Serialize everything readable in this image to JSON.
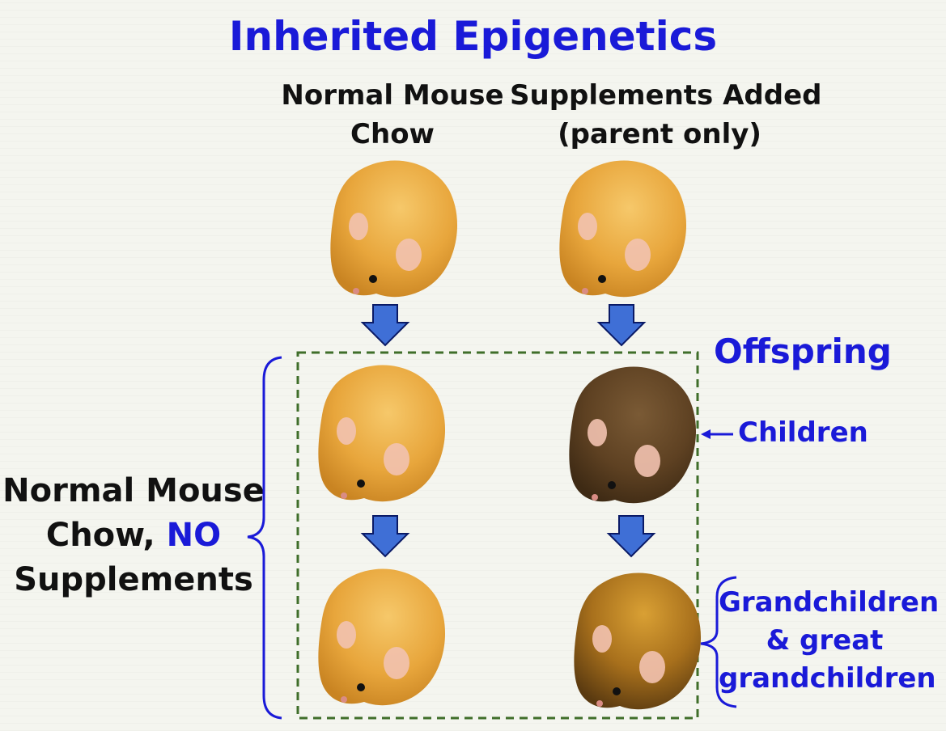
{
  "title": "Inherited Epigenetics",
  "columns": {
    "left": {
      "line1": "Normal Mouse",
      "line2": "Chow"
    },
    "right": {
      "line1": "Supplements Added",
      "line2": "(parent only)"
    }
  },
  "side_label": {
    "line1": "Normal Mouse",
    "line2_prefix": "Chow, ",
    "line2_emph": "NO",
    "line3": "Supplements"
  },
  "offspring_label": "Offspring",
  "children_label": "Children",
  "grandchildren_label": {
    "line1": "Grandchildren",
    "line2": "& great",
    "line3": "grandchildren"
  },
  "colors": {
    "title_blue": "#1a1ad8",
    "arrow_fill": "#3f6fd6",
    "arrow_stroke": "#0a1a66",
    "box_dash": "#3f6e2a",
    "yellow_mouse": "#e8a63c",
    "brown_mouse": "#5e4122",
    "golden_brown_mouse": "#a8701c"
  },
  "icons": [
    "yellow-mouse",
    "brown-mouse",
    "down-arrow",
    "brace"
  ]
}
